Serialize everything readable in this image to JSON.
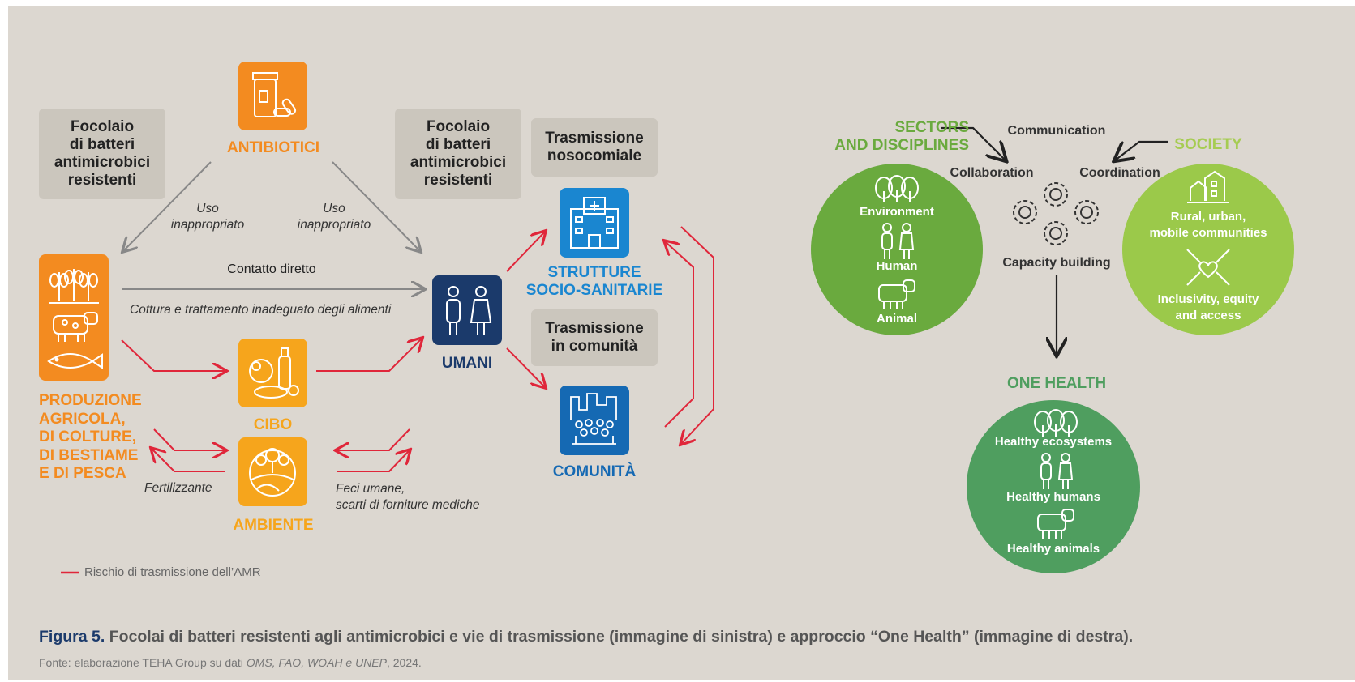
{
  "left": {
    "antibiotici": "ANTIBIOTICI",
    "focolaio1": "Focolaio\ndi batteri\nantimicrobici\nresistenti",
    "focolaio2": "Focolaio\ndi batteri\nantimicrobici\nresistenti",
    "uso1": "Uso\ninappropriato",
    "uso2": "Uso\ninappropriato",
    "produzione": "PRODUZIONE\nAGRICOLA,\nDI COLTURE,\nDI BESTIAME\nE DI PESCA",
    "contatto": "Contatto diretto",
    "cottura": "Cottura e trattamento inadeguato degli alimenti",
    "cibo": "CIBO",
    "ambiente": "AMBIENTE",
    "fertilizzante": "Fertilizzante",
    "feci": "Feci umane,\nscarti di forniture mediche",
    "umani": "UMANI",
    "trasm_noso": "Trasmissione\nnosocomiale",
    "strutture": "STRUTTURE\nSOCIO-SANITARIE",
    "trasm_com": "Trasmissione\nin comunità",
    "comunita": "COMUNITÀ",
    "legend": "Rischio di trasmissione dell’AMR"
  },
  "right": {
    "sectors": "SECTORS\nAND DISCIPLINES",
    "society": "SOCIETY",
    "communication": "Communication",
    "collaboration": "Collaboration",
    "coordination": "Coordination",
    "capacity": "Capacity building",
    "environment": "Environment",
    "human": "Human",
    "animal": "Animal",
    "rural": "Rural, urban,\nmobile communities",
    "inclusivity": "Inclusivity, equity\nand access",
    "one_health": "ONE HEALTH",
    "healthy_eco": "Healthy ecosystems",
    "healthy_humans": "Healthy humans",
    "healthy_animals": "Healthy animals"
  },
  "caption": {
    "figure": "Figura 5.",
    "title": "Focolai di batteri resistenti agli antimicrobici e vie di trasmissione (immagine di sinistra) e approccio “One Health” (immagine di destra).",
    "source_prefix": "Fonte: elaborazione TEHA Group su dati ",
    "source_italic": "OMS, FAO, WOAH e UNEP",
    "source_suffix": ", 2024."
  },
  "colors": {
    "orange": "#f38b20",
    "yellow": "#f6a51c",
    "blue": "#1a86d0",
    "navy": "#1b3a6b",
    "red": "#e0263a",
    "green_light": "#9bc94a",
    "green_mid": "#6aaa3e",
    "green_dark": "#4f9e5f"
  }
}
